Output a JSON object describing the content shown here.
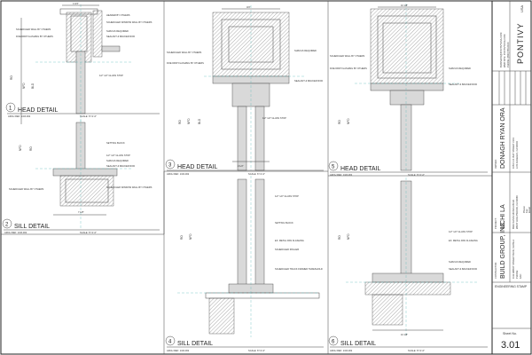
{
  "details": [
    {
      "num": "1",
      "title": "HEAD DETAIL",
      "arch_ref": "ARCH REF: 1/A5-002",
      "scale": "SCALE: 6\"=1'-0\""
    },
    {
      "num": "2",
      "title": "SILL DETAIL",
      "arch_ref": "ARCH REF: 1/A5-002",
      "scale": "SCALE: 6\"=1'-0\""
    },
    {
      "num": "3",
      "title": "HEAD DETAIL",
      "arch_ref": "ARCH REF: 1/A5-002",
      "scale": "SCALE: 6\"=1'-0\""
    },
    {
      "num": "4",
      "title": "SILL DETAIL",
      "arch_ref": "ARCH REF: 1/A5-002",
      "scale": "SCALE: 6\"=1'-0\""
    },
    {
      "num": "5",
      "title": "HEAD DETAIL",
      "arch_ref": "ARCH REF: 1/A5-002",
      "scale": "SCALE: 6\"=1'-0\""
    },
    {
      "num": "6",
      "title": "SILL DETAIL",
      "arch_ref": "ARCH REF: 1/A5-002",
      "scale": "SCALE: 6\"=1'-0\""
    }
  ],
  "notes": {
    "d1": [
      "HEADER BY OTHERS",
      "SCHEDULED WINDOW WALL BY OTHERS",
      "SHIM AS REQUIRED",
      "SEALANT & BACKER ROD",
      "SCHEDULED WALL BY OTHERS",
      "DOE DRIP FLASHING BY OTHERS",
      "1/2\" 1/2\" GLASS STOP"
    ],
    "d2": [
      "SETTING BLOCK",
      "1/2\" 1/2\" GLASS STOP",
      "SHIM AS REQUIRED",
      "SEALANT & BACKER ROD",
      "SCHEDULED WALL BY OTHERS",
      "SCHEDULED WINDOW WALL BY OTHERS"
    ],
    "d3": [
      "SCHEDULED WALL BY OTHERS",
      "DOE DRIP FLASHING BY OTHERS",
      "SHIM AS REQUIRED",
      "SEALANT & BACKER ROD",
      "1/2\" 1/2\" GLASS STOP"
    ],
    "d4": [
      "1/2\" 1/2\" GLASS STOP",
      "SETTING BLOCK",
      "EX. METAL PAN FLASHING",
      "SCHEDULED ROLLER",
      "SCHEDULED TRACK FRAMED THRESHOLD"
    ],
    "d5": [
      "SCHEDULED WALL BY OTHERS",
      "DOE DRIP FLASHING BY OTHERS",
      "SHIM AS REQUIRED",
      "SEALANT & BACKER ROD"
    ],
    "d6": [
      "1/2\" 1/2\" GLASS STOP",
      "EX. METAL PAN FLASHING",
      "SHIM AS REQUIRED",
      "SEALANT & BACKER ROD"
    ]
  },
  "dims": {
    "d1_top": "4 3/4\"",
    "d3_top": "3/4\"",
    "d3_w": "3 1/2\"",
    "d5_top": "10 1/8\"",
    "d6_bottom": "10 1/8\"",
    "d2_bottom": "7 1/8\""
  },
  "titleblock": {
    "brand": "PONTIVY",
    "brand_sub": "USA",
    "contact": [
      "BUSINESS@PONTIVYUSA.COM",
      "WEB SITE: PONTIVYUSA.COM",
      "PHONE: (800) 555-0100"
    ],
    "owner": "DONAGH RYAN ORA",
    "owner_addr": [
      "1053 N.O. BAY STREET #101",
      "LOS ANGELES, CA 90004"
    ],
    "project": "UCHI LA",
    "project_addr": [
      "8933 SANTA MONICA BLVD",
      "WEST HOLLYWOOD, CA 90069"
    ],
    "contractor": "BUILD GROUP, INC.",
    "contractor_addr": [
      "1111 ABBOT STREET BLVD, SUITE A",
      "PHONE:",
      "FAX:"
    ],
    "small_labels": [
      "OWNER:",
      "PROJECT:",
      "CONTRACTOR:",
      "Phone:",
      "Fax:",
      "Email:"
    ],
    "stamp": "ENGINEERING STAMP",
    "sheet_label": "Sheet No.",
    "sheet_no": "3.01"
  }
}
